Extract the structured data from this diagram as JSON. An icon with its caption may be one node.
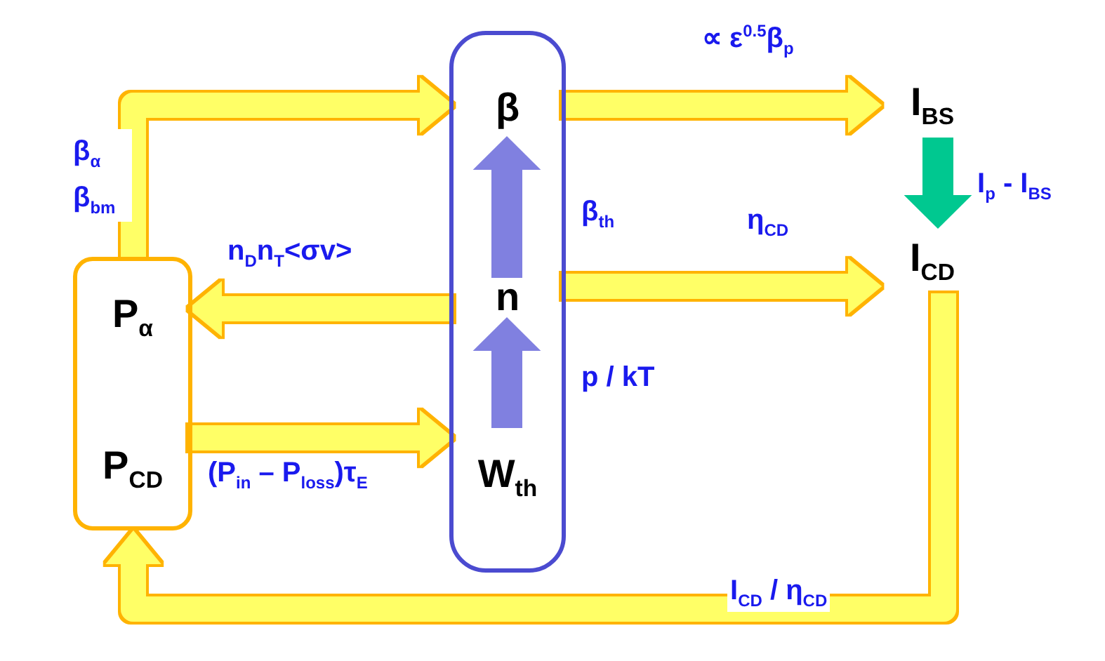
{
  "diagram": {
    "nodes": [
      {
        "text": [],
        "shape": "box"
      },
      {
        "text": [
          "P$_{α}$"
        ],
        "in": 0
      },
      {
        "text": [
          "P$_{CD}$"
        ],
        "in": 0
      },
      {
        "text": [],
        "shape": "box"
      },
      {
        "text": [
          "β"
        ],
        "in": 3
      },
      {
        "text": [
          "n"
        ],
        "in": 3
      },
      {
        "text": [
          "W$_{th}$"
        ],
        "in": 3
      },
      {
        "text": [
          "I$_{BS}$"
        ]
      },
      {
        "text": [
          "I$_{CD}$"
        ]
      }
    ],
    "edges": [
      {
        "from": 0,
        "to": 4,
        "arrow": "to",
        "label": "β$_{α}$ β$_{bm}$"
      },
      {
        "from": 5,
        "to": 1,
        "arrow": "to",
        "label": "n$_{D}$n$_{T}$<σv>"
      },
      {
        "from": 2,
        "to": 6,
        "arrow": "to",
        "label": "(P$_{in}$ – P$_{loss}$)τ$_{E}$"
      },
      {
        "from": 6,
        "to": 5,
        "arrow": "to",
        "label": "p / kT",
        "color": "#8080e0"
      },
      {
        "from": 5,
        "to": 4,
        "arrow": "to",
        "label": "β$_{th}$",
        "color": "#8080e0"
      },
      {
        "from": 4,
        "to": 7,
        "arrow": "to",
        "label": "∝ ε$^{0.5}$β$_{p}$"
      },
      {
        "from": 5,
        "to": 8,
        "arrow": "to",
        "label": "η$_{CD}$"
      },
      {
        "from": 7,
        "to": 8,
        "arrow": "to",
        "label": "I$_{p}$ - I$_{BS}$",
        "color": "#00c890"
      },
      {
        "from": 8,
        "to": 0,
        "arrow": "to",
        "label": "I$_{CD}$ / η$_{CD}$"
      }
    ]
  }
}
